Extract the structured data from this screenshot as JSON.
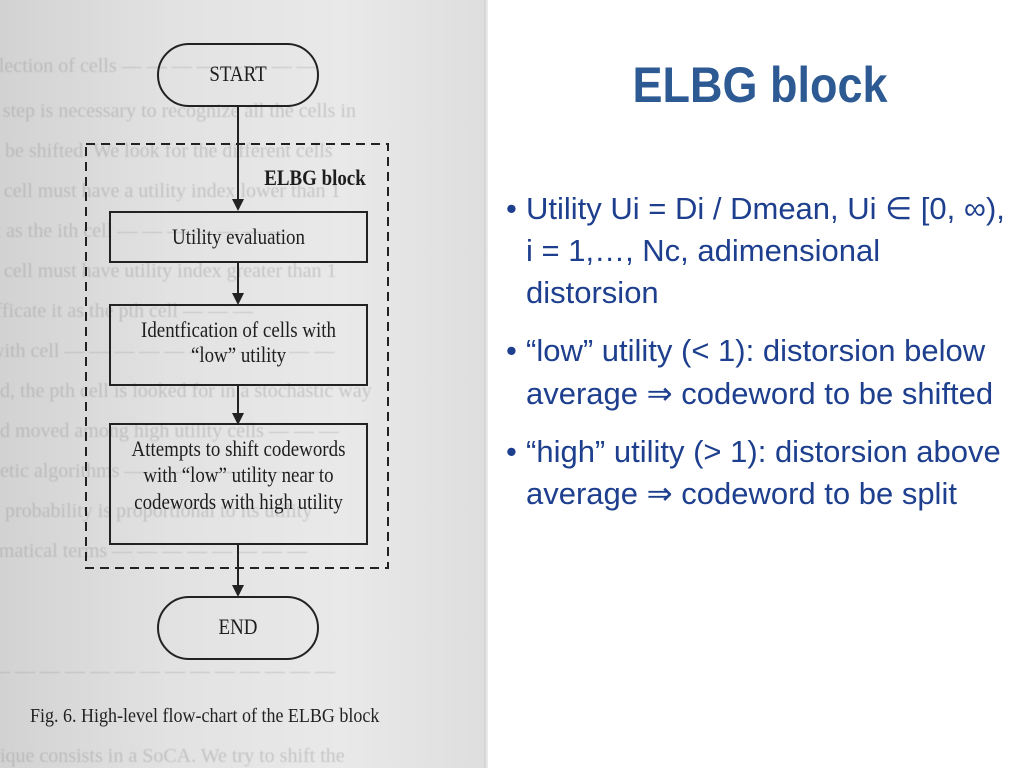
{
  "slide": {
    "title": "ELBG block",
    "bullets": [
      "Utility Ui = Di / Dmean, Ui ∈ [0, ∞), i = 1,…, Nc, adimensional distorsion",
      "“low” utility (< 1): distorsion below average ⇒ codeword to be shifted",
      "“high” utility (> 1): distorsion above average ⇒ codeword to be split"
    ],
    "bullet_marker": "•",
    "title_color": "#2d5a93",
    "text_color": "#1d3f8e"
  },
  "figure": {
    "start_label": "START",
    "block_label": "ELBG block",
    "step1": "Utility evaluation",
    "step2_line1": "Identfication of cells with",
    "step2_line2": "“low” utility",
    "step3_line1": "Attempts to shift codewords",
    "step3_line2": "with “low” utility near to",
    "step3_line3": "codewords with high utility",
    "end_label": "END",
    "caption": "Fig. 6.  High-level flow-chart of the ELBG block"
  }
}
